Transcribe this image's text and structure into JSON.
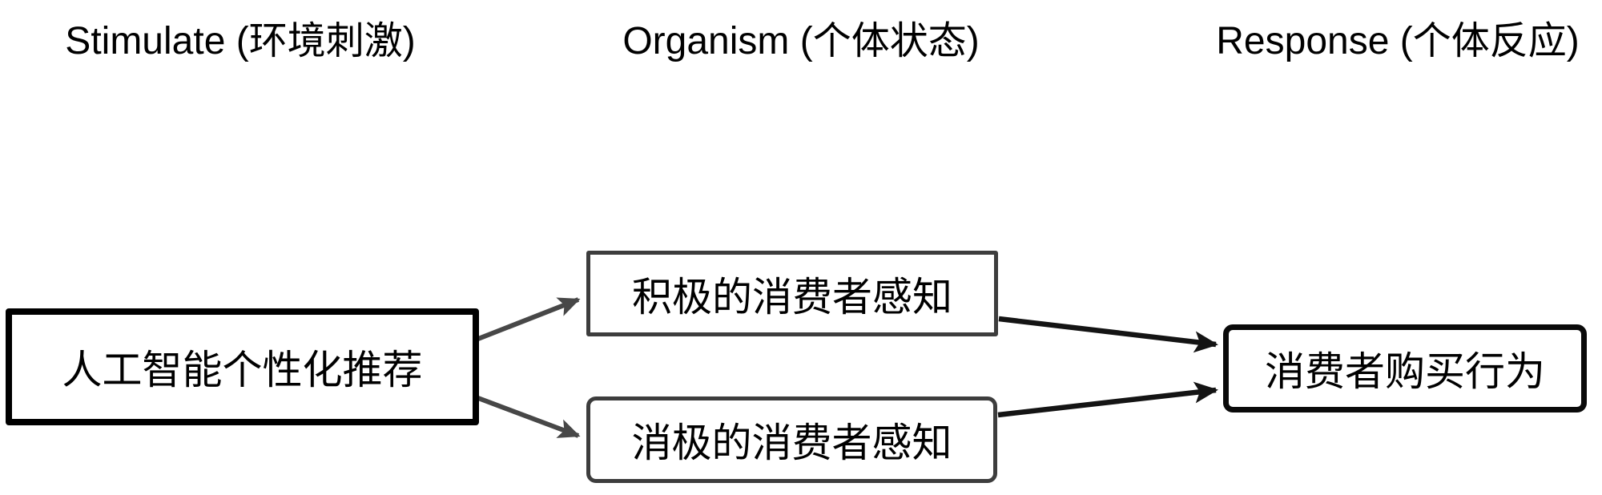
{
  "headers": {
    "stimulate": "Stimulate (环境刺激)",
    "organism": "Organism (个体状态)",
    "response": "Response (个体反应)"
  },
  "nodes": {
    "stimulus": "人工智能个性化推荐",
    "positive_perception": "积极的消费者感知",
    "negative_perception": "消极的消费者感知",
    "purchase_behavior": "消费者购买行为"
  },
  "edges": [
    {
      "from": "stimulus",
      "to": "positive_perception"
    },
    {
      "from": "stimulus",
      "to": "negative_perception"
    },
    {
      "from": "positive_perception",
      "to": "purchase_behavior"
    },
    {
      "from": "negative_perception",
      "to": "purchase_behavior"
    }
  ],
  "colors": {
    "background": "#ffffff",
    "text": "#000000",
    "stimulus_border": "#000000",
    "organism_border": "#3d3d3d",
    "response_border": "#0a0a0a",
    "arrow_gray": "#474747",
    "arrow_black": "#141414"
  }
}
